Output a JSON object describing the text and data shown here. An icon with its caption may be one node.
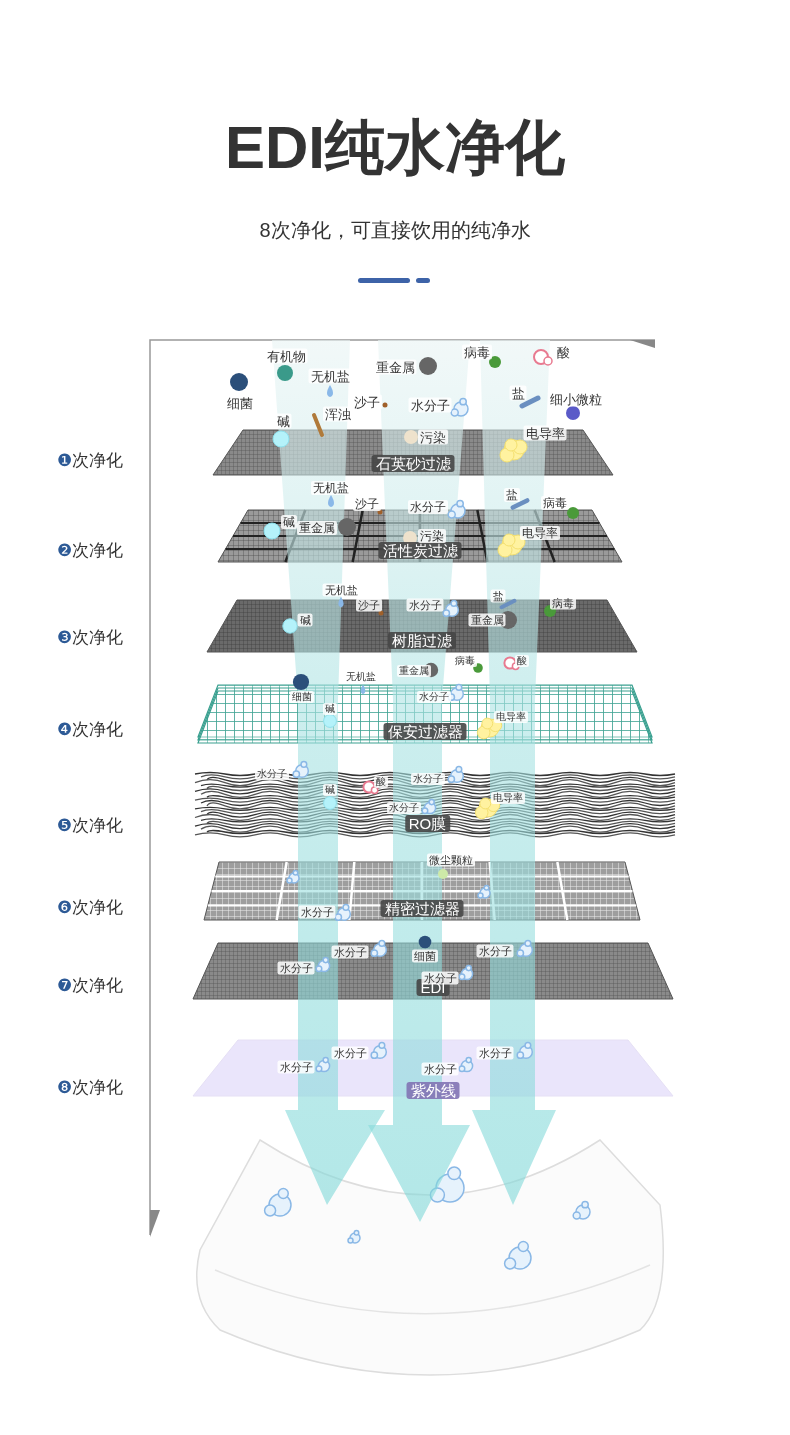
{
  "diagram": {
    "title": "EDI纯水净化",
    "nodes": [
      {
        "text": [
          "石英砂过滤"
        ]
      },
      {
        "text": [
          "活性炭过滤"
        ]
      },
      {
        "text": [
          "树脂过滤"
        ]
      },
      {
        "text": [
          "保安过滤器"
        ]
      },
      {
        "text": [
          "RO膜"
        ]
      },
      {
        "text": [
          "精密过滤器"
        ]
      },
      {
        "text": [
          "EDI"
        ]
      },
      {
        "text": [
          "紫外线"
        ]
      }
    ],
    "labels": [
      "8次净化，可直接饮用的纯净水",
      "❶次净化",
      "❷次净化",
      "❸次净化",
      "❹次净化",
      "❺次净化",
      "❻次净化",
      "❼次净化",
      "❽次净化",
      "有机物",
      "病毒",
      "酸",
      "重金属",
      "无机盐",
      "细菌",
      "沙子",
      "水分子",
      "盐",
      "细小微粒",
      "浑浊",
      "碱",
      "污染",
      "电导率",
      "无机盐",
      "沙子",
      "水分子",
      "盐",
      "病毒",
      "碱",
      "重金属",
      "污染",
      "电导率",
      "无机盐",
      "沙子",
      "水分子",
      "盐",
      "病毒",
      "碱",
      "重金属",
      "病毒",
      "酸",
      "重金属",
      "无机盐",
      "细菌",
      "水分子",
      "碱",
      "电导率",
      "水分子",
      "酸",
      "水分子",
      "碱",
      "电导率",
      "水分子",
      "微尘颗粒",
      "水分子",
      "水分子",
      "细菌",
      "水分子",
      "水分子",
      "水分子",
      "水分子",
      "水分子",
      "水分子",
      "水分子"
    ]
  }
}
